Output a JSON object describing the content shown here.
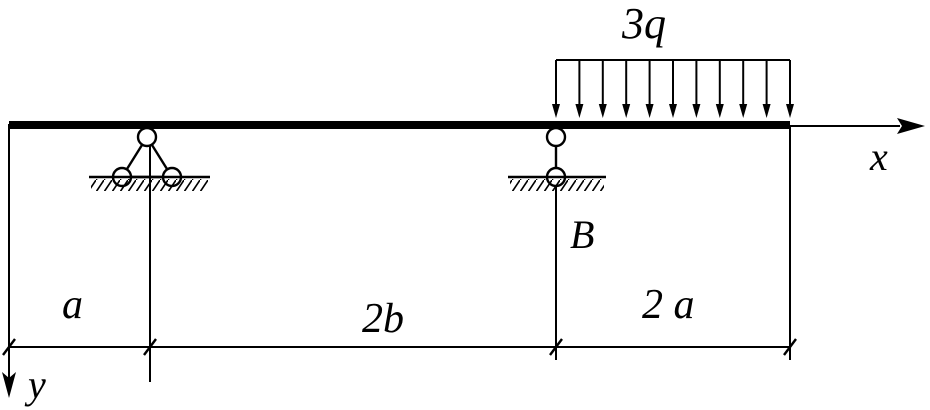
{
  "labels": {
    "load": "3q",
    "x_axis": "x",
    "y_axis": "y",
    "support_b": "B",
    "dim_a": "a",
    "dim_2b": "2b",
    "dim_2a": "2 a"
  },
  "colors": {
    "ink": "#000000",
    "background": "#ffffff"
  }
}
